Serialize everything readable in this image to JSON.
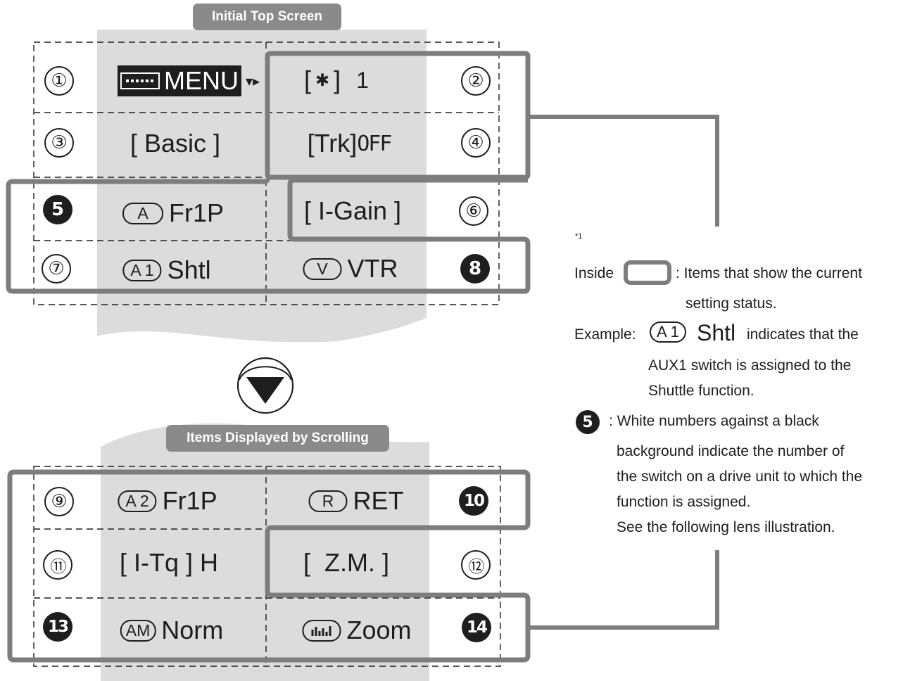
{
  "top_section": {
    "header": "Initial Top Screen",
    "cells": {
      "c1": {
        "num": "①",
        "menu": "MENU"
      },
      "c2": {
        "num": "②",
        "prefix": "[",
        "glyph": "✱",
        "suffix": "]",
        "value": "1"
      },
      "c3": {
        "num": "③",
        "text": "[ Basic ]"
      },
      "c4": {
        "num": "④",
        "label": "[Trk]",
        "value": "OFF"
      },
      "c5": {
        "num": "5",
        "key": "A",
        "text": "Fr1P"
      },
      "c6": {
        "num": "⑥",
        "text": "[ I-Gain ]"
      },
      "c7": {
        "num": "⑦",
        "key": "A 1",
        "text": "Shtl"
      },
      "c8": {
        "num": "8",
        "key": "V",
        "text": "VTR"
      }
    }
  },
  "bottom_section": {
    "header": "Items Displayed by Scrolling",
    "cells": {
      "c9": {
        "num": "⑨",
        "key": "A 2",
        "text": "Fr1P"
      },
      "c10": {
        "num": "10",
        "key": "R",
        "text": "RET"
      },
      "c11": {
        "num": "⑪",
        "text": "[ I-Tq ] H"
      },
      "c12": {
        "num": "⑫",
        "text": "[  Z.M. ]"
      },
      "c13": {
        "num": "13",
        "key": "AM",
        "text": "Norm"
      },
      "c14": {
        "num": "14",
        "key_icon": "bar-graph-icon",
        "text": "Zoom"
      }
    }
  },
  "legend": {
    "footnote": "*1",
    "inside_label": "Inside",
    "inside_desc_1": ": Items that show the current",
    "inside_desc_2": "setting status.",
    "example_label": "Example:",
    "example_key": "A 1",
    "example_text": "Shtl",
    "example_desc_1": "indicates that the",
    "example_desc_2": "AUX1 switch is assigned to the",
    "example_desc_3": "Shuttle function.",
    "filled_num": "5",
    "filled_desc_1": ": White numbers against a black",
    "filled_desc_2": "background indicate the number of",
    "filled_desc_3": "the switch on a drive unit to which the",
    "filled_desc_4": "function is assigned.",
    "filled_desc_5": "See the following lens illustration."
  },
  "colors": {
    "frame": "#7d7d7d",
    "screen_bg": "#dcdcdc",
    "tag_bg": "#8a8a8a",
    "ink": "#1e1e1e"
  }
}
